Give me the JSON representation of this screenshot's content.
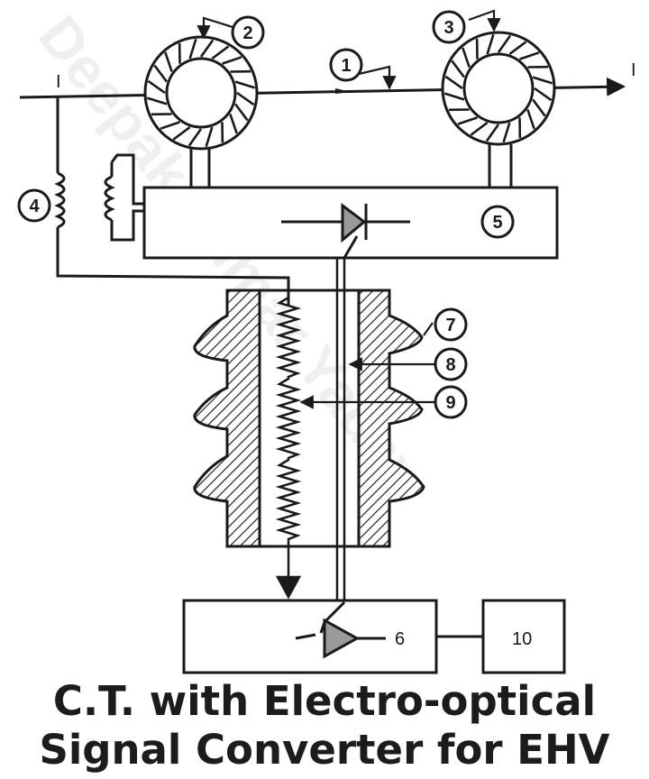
{
  "title": {
    "line1": "C.T. with Electro-optical",
    "line2": "Signal Converter for EHV"
  },
  "diagram": {
    "current_label_in": "I",
    "current_label_out": "I",
    "callouts": [
      "1",
      "2",
      "3",
      "4",
      "5",
      "6",
      "7",
      "8",
      "9",
      "10"
    ],
    "unit_6_label": "6",
    "unit_10_label": "10",
    "watermark": "Deepak Kumar Yadav"
  },
  "colors": {
    "ink": "#1a1a1a",
    "amplifier_fill": "#9a9a9a",
    "hatch": "#222222",
    "background": "#ffffff"
  }
}
